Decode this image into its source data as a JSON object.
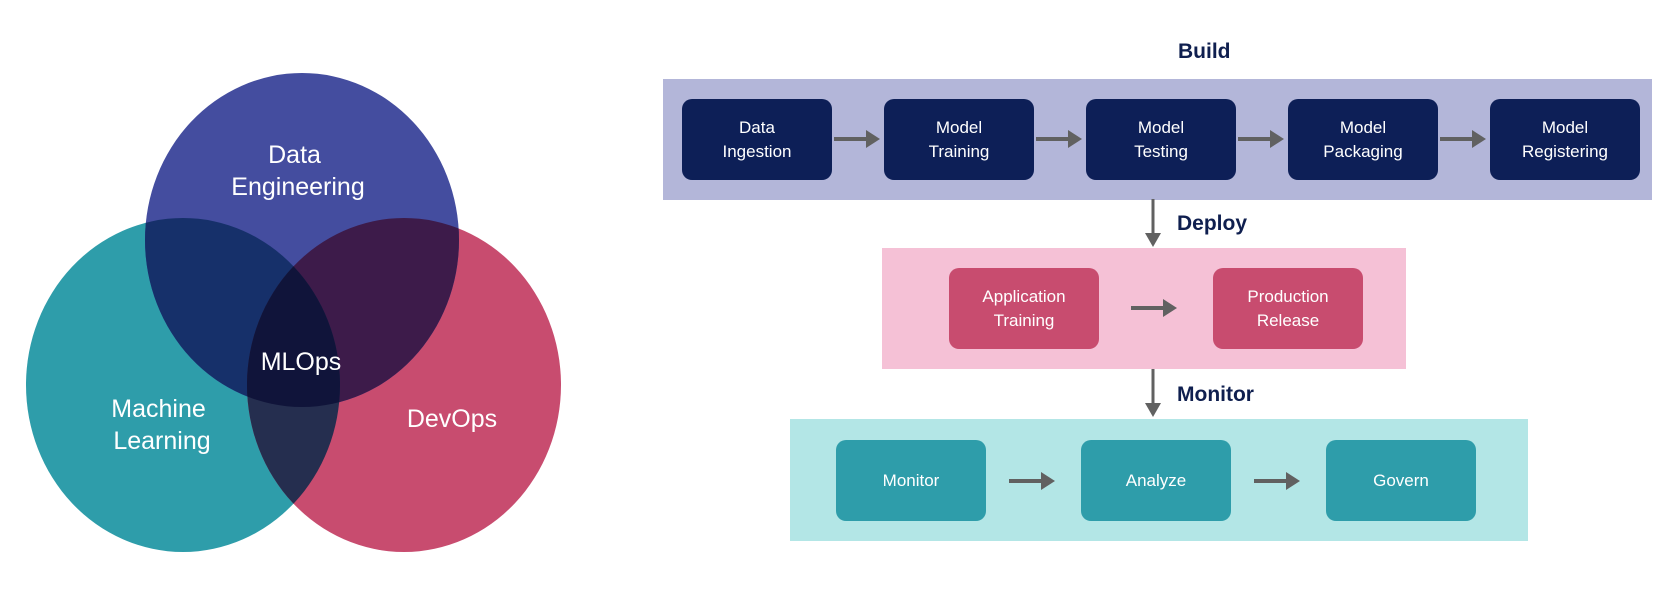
{
  "venn": {
    "circles": [
      {
        "id": "data-engineering",
        "label_lines": [
          "Data",
          "Engineering"
        ],
        "color": "#444d9f"
      },
      {
        "id": "machine-learning",
        "label_lines": [
          "Machine",
          "Learning"
        ],
        "color": "#2e9daa"
      },
      {
        "id": "devops",
        "label_lines": [
          "DevOps"
        ],
        "color": "#c84c6f"
      }
    ],
    "center_label": "MLOps",
    "overlap_colors": {
      "data_ml": "#16306a",
      "data_devops": "#3d1b4a",
      "ml_devops": "#252e4f",
      "center": "#10143a"
    }
  },
  "pipeline": {
    "sections": [
      {
        "title": "Build",
        "band_color": "#b3b6d9",
        "box_color": "#0d1f57",
        "stages": [
          "Data\nIngestion",
          "Model\nTraining",
          "Model\nTesting",
          "Model\nPackaging",
          "Model\nRegistering"
        ]
      },
      {
        "title": "Deploy",
        "band_color": "#f5c1d6",
        "box_color": "#c84c6f",
        "stages": [
          "Application\nTraining",
          "Production\nRelease"
        ]
      },
      {
        "title": "Monitor",
        "band_color": "#b3e6e6",
        "box_color": "#2e9daa",
        "stages": [
          "Monitor",
          "Analyze",
          "Govern"
        ]
      }
    ],
    "arrow_color": "#616161",
    "title_color": "#0f1f4f"
  }
}
